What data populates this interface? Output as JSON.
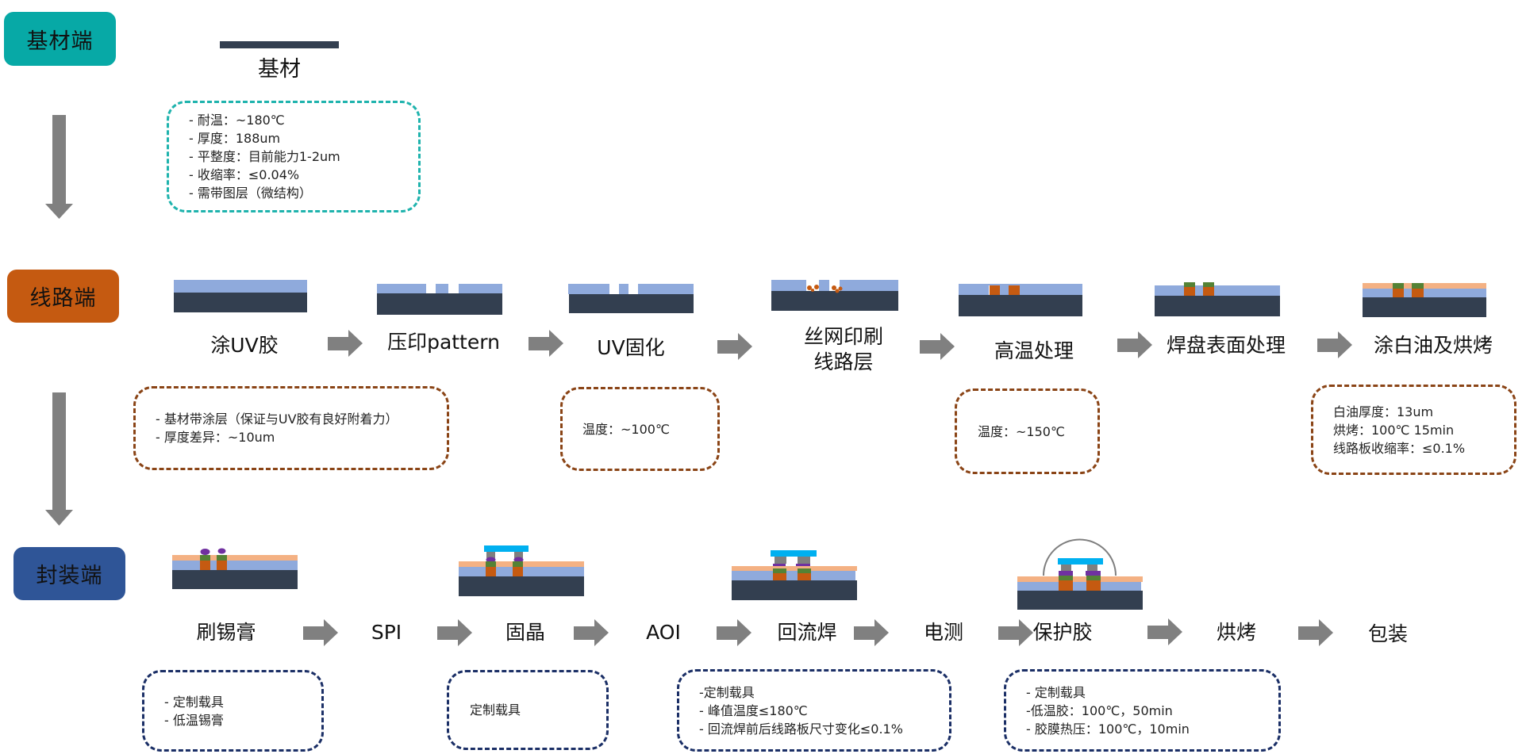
{
  "colors": {
    "substrate_stage": "#07a9a6",
    "circuit_stage": "#c55a11",
    "package_stage": "#2f5597",
    "substrate_layer": "#333f50",
    "uv_glue_layer": "#8faadc",
    "copper": "#c55a11",
    "pad_finish": "#548235",
    "white_oil": "#f4b183",
    "solder_paste": "#7030a0",
    "chip_bump": "#7f7f7f",
    "chip": "#00b0f0",
    "arrow": "#808080"
  },
  "stages": {
    "substrate": {
      "label": "基材端",
      "step": "基材",
      "note": [
        "- 耐温：~180℃",
        "- 厚度：188um",
        "- 平整度：目前能力1-2um",
        "- 收缩率：≤0.04%",
        "- 需带图层（微结构）"
      ]
    },
    "circuit": {
      "label": "线路端",
      "steps": [
        {
          "label": "涂UV胶",
          "diagram": "uv-coat"
        },
        {
          "label": "压印pattern",
          "diagram": "imprint"
        },
        {
          "label": "UV固化",
          "diagram": "uv-cure"
        },
        {
          "label_lines": [
            "丝网印刷",
            "线路层"
          ],
          "diagram": "screen-print"
        },
        {
          "label": "高温处理",
          "diagram": "high-temp"
        },
        {
          "label": "焊盘表面处理",
          "diagram": "pad-finish"
        },
        {
          "label": "涂白油及烘烤",
          "diagram": "white-oil"
        }
      ],
      "notes": [
        {
          "lines": [
            "- 基材带涂层（保证与UV胶有良好附着力）",
            "- 厚度差异：~10um"
          ]
        },
        {
          "lines": [
            "温度：~100℃"
          ]
        },
        {
          "lines": [
            "温度：~150℃"
          ]
        },
        {
          "lines": [
            "白油厚度：13um",
            "烘烤：100℃ 15min",
            "线路板收缩率：≤0.1%"
          ]
        }
      ]
    },
    "package": {
      "label": "封装端",
      "steps": [
        {
          "label": "刷锡膏",
          "diagram": "solder-paste"
        },
        {
          "label": "SPI"
        },
        {
          "label": "固晶",
          "diagram": "die-attach"
        },
        {
          "label": "AOI"
        },
        {
          "label": "回流焊",
          "diagram": "reflow"
        },
        {
          "label": "电测"
        },
        {
          "label": "保护胶",
          "diagram": "encapsulant"
        },
        {
          "label": "烘烤"
        },
        {
          "label": "包装"
        }
      ],
      "notes": [
        {
          "lines": [
            "- 定制载具",
            "- 低温锡膏"
          ]
        },
        {
          "lines": [
            "定制载具"
          ]
        },
        {
          "lines": [
            "-定制载具",
            "- 峰值温度≤180℃",
            "- 回流焊前后线路板尺寸变化≤0.1%"
          ]
        },
        {
          "lines": [
            "- 定制载具",
            "-低温胶：100℃，50min",
            "- 胶膜热压：100℃，10min"
          ]
        }
      ]
    }
  }
}
